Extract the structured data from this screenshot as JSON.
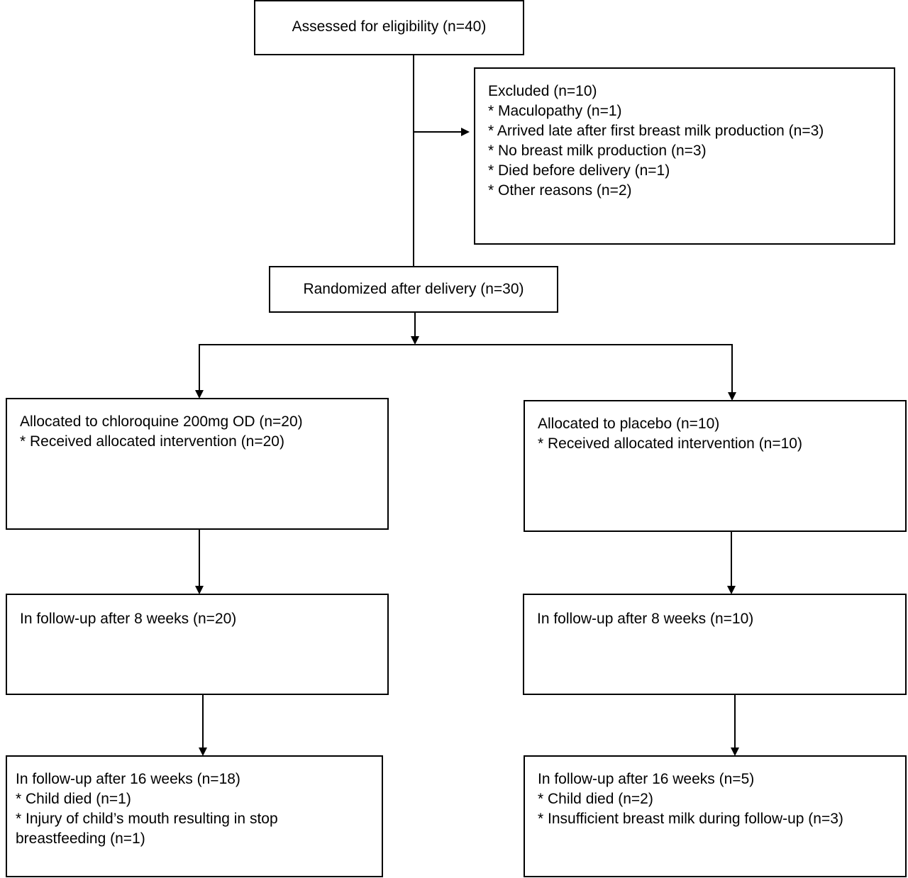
{
  "diagram": {
    "assessed": {
      "lines": [
        "Assessed for eligibility (n=40)"
      ]
    },
    "excluded": {
      "lines": [
        "Excluded (n=10)",
        "* Maculopathy (n=1)",
        "* Arrived late after first breast milk production (n=3)",
        "* No breast milk production (n=3)",
        "* Died before delivery (n=1)",
        "* Other reasons (n=2)"
      ]
    },
    "randomized": {
      "lines": [
        "Randomized after delivery (n=30)"
      ]
    },
    "chloroquine_alloc": {
      "lines": [
        "Allocated to chloroquine 200mg OD (n=20)",
        "* Received allocated intervention (n=20)"
      ]
    },
    "placebo_alloc": {
      "lines": [
        "Allocated to placebo (n=10)",
        "* Received allocated intervention (n=10)"
      ]
    },
    "chloroquine_8w": {
      "lines": [
        "In follow-up after 8 weeks (n=20)"
      ]
    },
    "placebo_8w": {
      "lines": [
        "In follow-up after 8 weeks (n=10)"
      ]
    },
    "chloroquine_16w": {
      "lines": [
        "In follow-up after 16 weeks (n=18)",
        "* Child died (n=1)",
        "* Injury of child’s mouth resulting in stop",
        "breastfeeding (n=1)"
      ]
    },
    "placebo_16w": {
      "lines": [
        "In follow-up after 16 weeks (n=5)",
        "* Child died (n=2)",
        "* Insufficient breast milk during follow-up (n=3)"
      ]
    }
  }
}
